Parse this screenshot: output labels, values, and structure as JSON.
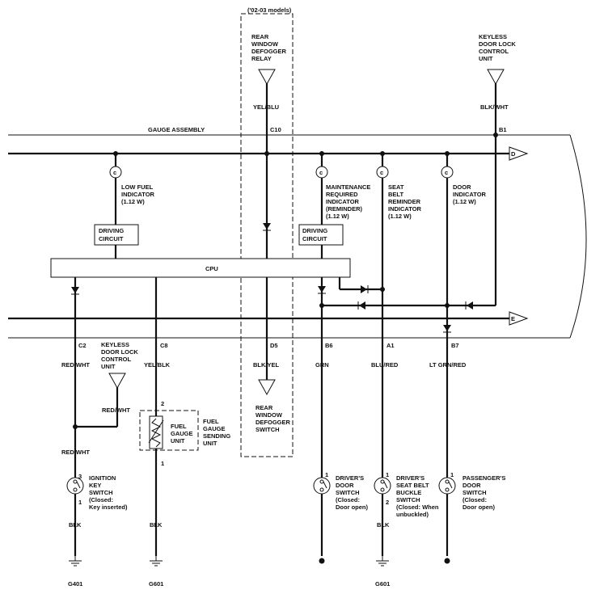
{
  "models_note": "('02-03 models)",
  "gauge_assembly": "GAUGE ASSEMBLY",
  "cpu": "CPU",
  "arrows": {
    "d": "D",
    "e": "E"
  },
  "rear_relay": [
    "REAR",
    "WINDOW",
    "DEFOGGER",
    "RELAY"
  ],
  "rear_switch": [
    "REAR",
    "WINDOW",
    "DEFOGGER",
    "SWITCH"
  ],
  "keyless_top": [
    "KEYLESS",
    "DOOR LOCK",
    "CONTROL",
    "UNIT"
  ],
  "keyless_left": [
    "KEYLESS",
    "DOOR LOCK",
    "CONTROL",
    "UNIT"
  ],
  "low_fuel": [
    "LOW FUEL",
    "INDICATOR",
    "(1.12 W)"
  ],
  "maintenance": [
    "MAINTENANCE",
    "REQUIRED",
    "INDICATOR",
    "(REMINDER)",
    "(1.12 W)"
  ],
  "seat_belt": [
    "SEAT",
    "BELT",
    "REMINDER",
    "INDICATOR",
    "(1.12 W)"
  ],
  "door_ind": [
    "DOOR",
    "INDICATOR",
    "(1.12 W)"
  ],
  "driving_circuit": [
    "DRIVING",
    "CIRCUIT"
  ],
  "fuel_unit": [
    "FUEL",
    "GAUGE",
    "UNIT"
  ],
  "fuel_sending": [
    "FUEL",
    "GAUGE",
    "SENDING",
    "UNIT"
  ],
  "ignition": [
    "IGNITION",
    "KEY",
    "SWITCH",
    "(Closed:",
    "Key inserted)"
  ],
  "drivers_door": [
    "DRIVER'S",
    "DOOR",
    "SWITCH",
    "(Closed:",
    "Door open)"
  ],
  "drivers_seatbelt": [
    "DRIVER'S",
    "SEAT BELT",
    "BUCKLE",
    "SWITCH",
    "(Closed: When",
    "unbuckled)"
  ],
  "passengers_door": [
    "PASSENGER'S",
    "DOOR",
    "SWITCH",
    "(Closed:",
    "Door open)"
  ],
  "wires": {
    "yel_blu": "YEL/BLU",
    "blk_wht": "BLK/WHT",
    "red_wht": "RED/WHT",
    "yel_blk": "YEL/BLK",
    "blk_yel": "BLK/YEL",
    "grn": "GRN",
    "blu_red": "BLU/RED",
    "ltgrn_red": "LT GRN/RED",
    "blk": "BLK"
  },
  "connectors": {
    "c10": "C10",
    "b1": "B1",
    "c2": "C2",
    "c8": "C8",
    "d5": "D5",
    "b6": "B6",
    "a1": "A1",
    "b7": "B7"
  },
  "pins": {
    "p1": "1",
    "p2": "2",
    "p3": "3"
  },
  "grounds": {
    "g401": "G401",
    "g601": "G601"
  }
}
